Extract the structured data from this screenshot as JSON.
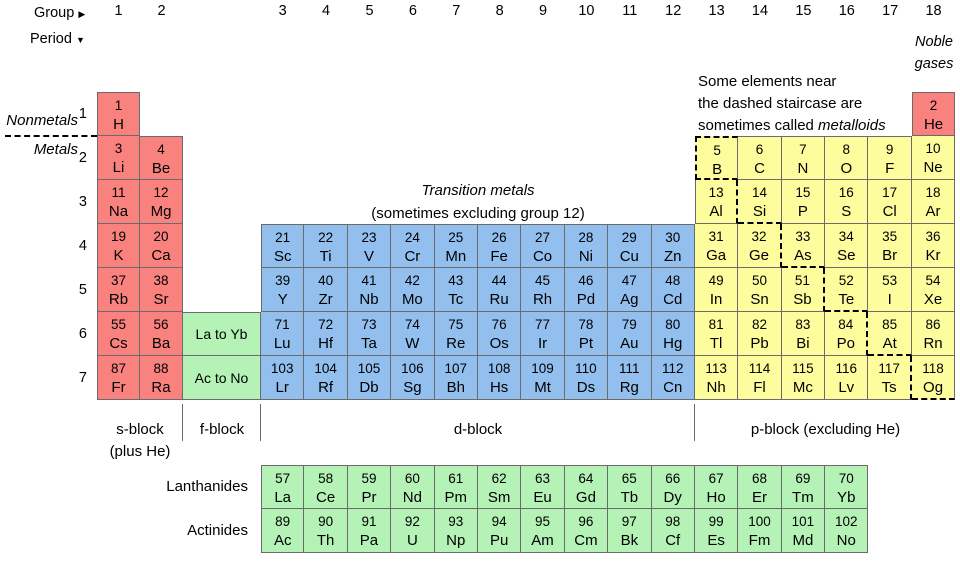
{
  "colors": {
    "s_block": "#f9827e",
    "d_block": "#92bfee",
    "p_block": "#fdfd9d",
    "f_block": "#b4f2b6",
    "grid_line": "#6b6b6b",
    "dash_line": "#000000"
  },
  "axis": {
    "group_label": "Group",
    "group_arrow": "▶",
    "period_label": "Period",
    "period_arrow": "▼",
    "groups": [
      1,
      2,
      3,
      4,
      5,
      6,
      7,
      8,
      9,
      10,
      11,
      12,
      13,
      14,
      15,
      16,
      17,
      18
    ],
    "periods": [
      1,
      2,
      3,
      4,
      5,
      6,
      7
    ]
  },
  "annotations": {
    "nonmetals": "Nonmetals",
    "metals": "Metals",
    "noble_gases_line1": "Noble",
    "noble_gases_line2": "gases",
    "metalloids_line1": "Some elements near",
    "metalloids_line2": "the dashed staircase are",
    "metalloids_line3_prefix": "sometimes called ",
    "metalloids_line3_italic": "metalloids",
    "transition_metals": "Transition metals",
    "transition_metals_sub": "(sometimes excluding group 12)"
  },
  "block_labels": {
    "s": "s-block",
    "s_sub": "(plus He)",
    "f": "f-block",
    "d": "d-block",
    "p": "p-block (excluding He)"
  },
  "series": {
    "lanthanides_label": "Lanthanides",
    "actinides_label": "Actinides",
    "lanthanides": [
      {
        "z": 57,
        "sym": "La"
      },
      {
        "z": 58,
        "sym": "Ce"
      },
      {
        "z": 59,
        "sym": "Pr"
      },
      {
        "z": 60,
        "sym": "Nd"
      },
      {
        "z": 61,
        "sym": "Pm"
      },
      {
        "z": 62,
        "sym": "Sm"
      },
      {
        "z": 63,
        "sym": "Eu"
      },
      {
        "z": 64,
        "sym": "Gd"
      },
      {
        "z": 65,
        "sym": "Tb"
      },
      {
        "z": 66,
        "sym": "Dy"
      },
      {
        "z": 67,
        "sym": "Ho"
      },
      {
        "z": 68,
        "sym": "Er"
      },
      {
        "z": 69,
        "sym": "Tm"
      },
      {
        "z": 70,
        "sym": "Yb"
      }
    ],
    "actinides": [
      {
        "z": 89,
        "sym": "Ac"
      },
      {
        "z": 90,
        "sym": "Th"
      },
      {
        "z": 91,
        "sym": "Pa"
      },
      {
        "z": 92,
        "sym": "U"
      },
      {
        "z": 93,
        "sym": "Np"
      },
      {
        "z": 94,
        "sym": "Pu"
      },
      {
        "z": 95,
        "sym": "Am"
      },
      {
        "z": 96,
        "sym": "Cm"
      },
      {
        "z": 97,
        "sym": "Bk"
      },
      {
        "z": 98,
        "sym": "Cf"
      },
      {
        "z": 99,
        "sym": "Es"
      },
      {
        "z": 100,
        "sym": "Fm"
      },
      {
        "z": 101,
        "sym": "Md"
      },
      {
        "z": 102,
        "sym": "No"
      }
    ]
  },
  "main_table": [
    {
      "period": 1,
      "cells": [
        {
          "z": 1,
          "sym": "H",
          "group": 1,
          "block": "s"
        },
        {
          "z": 2,
          "sym": "He",
          "group": 18,
          "block": "s"
        }
      ]
    },
    {
      "period": 2,
      "cells": [
        {
          "z": 3,
          "sym": "Li",
          "group": 1,
          "block": "s"
        },
        {
          "z": 4,
          "sym": "Be",
          "group": 2,
          "block": "s"
        },
        {
          "z": 5,
          "sym": "B",
          "group": 13,
          "block": "p",
          "dash": "tlb"
        },
        {
          "z": 6,
          "sym": "C",
          "group": 14,
          "block": "p"
        },
        {
          "z": 7,
          "sym": "N",
          "group": 15,
          "block": "p"
        },
        {
          "z": 8,
          "sym": "O",
          "group": 16,
          "block": "p"
        },
        {
          "z": 9,
          "sym": "F",
          "group": 17,
          "block": "p"
        },
        {
          "z": 10,
          "sym": "Ne",
          "group": 18,
          "block": "p"
        }
      ]
    },
    {
      "period": 3,
      "cells": [
        {
          "z": 11,
          "sym": "Na",
          "group": 1,
          "block": "s"
        },
        {
          "z": 12,
          "sym": "Mg",
          "group": 2,
          "block": "s"
        },
        {
          "z": 13,
          "sym": "Al",
          "group": 13,
          "block": "p",
          "dash": "r"
        },
        {
          "z": 14,
          "sym": "Si",
          "group": 14,
          "block": "p",
          "dash": "b"
        },
        {
          "z": 15,
          "sym": "P",
          "group": 15,
          "block": "p"
        },
        {
          "z": 16,
          "sym": "S",
          "group": 16,
          "block": "p"
        },
        {
          "z": 17,
          "sym": "Cl",
          "group": 17,
          "block": "p"
        },
        {
          "z": 18,
          "sym": "Ar",
          "group": 18,
          "block": "p"
        }
      ]
    },
    {
      "period": 4,
      "cells": [
        {
          "z": 19,
          "sym": "K",
          "group": 1,
          "block": "s"
        },
        {
          "z": 20,
          "sym": "Ca",
          "group": 2,
          "block": "s"
        },
        {
          "z": 21,
          "sym": "Sc",
          "group": 3,
          "block": "d"
        },
        {
          "z": 22,
          "sym": "Ti",
          "group": 4,
          "block": "d"
        },
        {
          "z": 23,
          "sym": "V",
          "group": 5,
          "block": "d"
        },
        {
          "z": 24,
          "sym": "Cr",
          "group": 6,
          "block": "d"
        },
        {
          "z": 25,
          "sym": "Mn",
          "group": 7,
          "block": "d"
        },
        {
          "z": 26,
          "sym": "Fe",
          "group": 8,
          "block": "d"
        },
        {
          "z": 27,
          "sym": "Co",
          "group": 9,
          "block": "d"
        },
        {
          "z": 28,
          "sym": "Ni",
          "group": 10,
          "block": "d"
        },
        {
          "z": 29,
          "sym": "Cu",
          "group": 11,
          "block": "d"
        },
        {
          "z": 30,
          "sym": "Zn",
          "group": 12,
          "block": "d"
        },
        {
          "z": 31,
          "sym": "Ga",
          "group": 13,
          "block": "p"
        },
        {
          "z": 32,
          "sym": "Ge",
          "group": 14,
          "block": "p",
          "dash": "r"
        },
        {
          "z": 33,
          "sym": "As",
          "group": 15,
          "block": "p",
          "dash": "b"
        },
        {
          "z": 34,
          "sym": "Se",
          "group": 16,
          "block": "p"
        },
        {
          "z": 35,
          "sym": "Br",
          "group": 17,
          "block": "p"
        },
        {
          "z": 36,
          "sym": "Kr",
          "group": 18,
          "block": "p"
        }
      ]
    },
    {
      "period": 5,
      "cells": [
        {
          "z": 37,
          "sym": "Rb",
          "group": 1,
          "block": "s"
        },
        {
          "z": 38,
          "sym": "Sr",
          "group": 2,
          "block": "s"
        },
        {
          "z": 39,
          "sym": "Y",
          "group": 3,
          "block": "d"
        },
        {
          "z": 40,
          "sym": "Zr",
          "group": 4,
          "block": "d"
        },
        {
          "z": 41,
          "sym": "Nb",
          "group": 5,
          "block": "d"
        },
        {
          "z": 42,
          "sym": "Mo",
          "group": 6,
          "block": "d"
        },
        {
          "z": 43,
          "sym": "Tc",
          "group": 7,
          "block": "d"
        },
        {
          "z": 44,
          "sym": "Ru",
          "group": 8,
          "block": "d"
        },
        {
          "z": 45,
          "sym": "Rh",
          "group": 9,
          "block": "d"
        },
        {
          "z": 46,
          "sym": "Pd",
          "group": 10,
          "block": "d"
        },
        {
          "z": 47,
          "sym": "Ag",
          "group": 11,
          "block": "d"
        },
        {
          "z": 48,
          "sym": "Cd",
          "group": 12,
          "block": "d"
        },
        {
          "z": 49,
          "sym": "In",
          "group": 13,
          "block": "p"
        },
        {
          "z": 50,
          "sym": "Sn",
          "group": 14,
          "block": "p"
        },
        {
          "z": 51,
          "sym": "Sb",
          "group": 15,
          "block": "p",
          "dash": "r"
        },
        {
          "z": 52,
          "sym": "Te",
          "group": 16,
          "block": "p",
          "dash": "b"
        },
        {
          "z": 53,
          "sym": "I",
          "group": 17,
          "block": "p"
        },
        {
          "z": 54,
          "sym": "Xe",
          "group": 18,
          "block": "p"
        }
      ]
    },
    {
      "period": 6,
      "cells": [
        {
          "z": 55,
          "sym": "Cs",
          "group": 1,
          "block": "s"
        },
        {
          "z": 56,
          "sym": "Ba",
          "group": 2,
          "block": "s"
        },
        {
          "label": "La to Yb",
          "group": "f",
          "block": "f"
        },
        {
          "z": 71,
          "sym": "Lu",
          "group": 3,
          "block": "d"
        },
        {
          "z": 72,
          "sym": "Hf",
          "group": 4,
          "block": "d"
        },
        {
          "z": 73,
          "sym": "Ta",
          "group": 5,
          "block": "d"
        },
        {
          "z": 74,
          "sym": "W",
          "group": 6,
          "block": "d"
        },
        {
          "z": 75,
          "sym": "Re",
          "group": 7,
          "block": "d"
        },
        {
          "z": 76,
          "sym": "Os",
          "group": 8,
          "block": "d"
        },
        {
          "z": 77,
          "sym": "Ir",
          "group": 9,
          "block": "d"
        },
        {
          "z": 78,
          "sym": "Pt",
          "group": 10,
          "block": "d"
        },
        {
          "z": 79,
          "sym": "Au",
          "group": 11,
          "block": "d"
        },
        {
          "z": 80,
          "sym": "Hg",
          "group": 12,
          "block": "d"
        },
        {
          "z": 81,
          "sym": "Tl",
          "group": 13,
          "block": "p"
        },
        {
          "z": 82,
          "sym": "Pb",
          "group": 14,
          "block": "p"
        },
        {
          "z": 83,
          "sym": "Bi",
          "group": 15,
          "block": "p"
        },
        {
          "z": 84,
          "sym": "Po",
          "group": 16,
          "block": "p",
          "dash": "r"
        },
        {
          "z": 85,
          "sym": "At",
          "group": 17,
          "block": "p",
          "dash": "b"
        },
        {
          "z": 86,
          "sym": "Rn",
          "group": 18,
          "block": "p"
        }
      ]
    },
    {
      "period": 7,
      "cells": [
        {
          "z": 87,
          "sym": "Fr",
          "group": 1,
          "block": "s"
        },
        {
          "z": 88,
          "sym": "Ra",
          "group": 2,
          "block": "s"
        },
        {
          "label": "Ac to No",
          "group": "f",
          "block": "f"
        },
        {
          "z": 103,
          "sym": "Lr",
          "group": 3,
          "block": "d"
        },
        {
          "z": 104,
          "sym": "Rf",
          "group": 4,
          "block": "d"
        },
        {
          "z": 105,
          "sym": "Db",
          "group": 5,
          "block": "d"
        },
        {
          "z": 106,
          "sym": "Sg",
          "group": 6,
          "block": "d"
        },
        {
          "z": 107,
          "sym": "Bh",
          "group": 7,
          "block": "d"
        },
        {
          "z": 108,
          "sym": "Hs",
          "group": 8,
          "block": "d"
        },
        {
          "z": 109,
          "sym": "Mt",
          "group": 9,
          "block": "d"
        },
        {
          "z": 110,
          "sym": "Ds",
          "group": 10,
          "block": "d"
        },
        {
          "z": 111,
          "sym": "Rg",
          "group": 11,
          "block": "d"
        },
        {
          "z": 112,
          "sym": "Cn",
          "group": 12,
          "block": "d"
        },
        {
          "z": 113,
          "sym": "Nh",
          "group": 13,
          "block": "p"
        },
        {
          "z": 114,
          "sym": "Fl",
          "group": 14,
          "block": "p"
        },
        {
          "z": 115,
          "sym": "Mc",
          "group": 15,
          "block": "p"
        },
        {
          "z": 116,
          "sym": "Lv",
          "group": 16,
          "block": "p"
        },
        {
          "z": 117,
          "sym": "Ts",
          "group": 17,
          "block": "p",
          "dash": "r"
        },
        {
          "z": 118,
          "sym": "Og",
          "group": 18,
          "block": "p",
          "dash": "b"
        }
      ]
    }
  ]
}
